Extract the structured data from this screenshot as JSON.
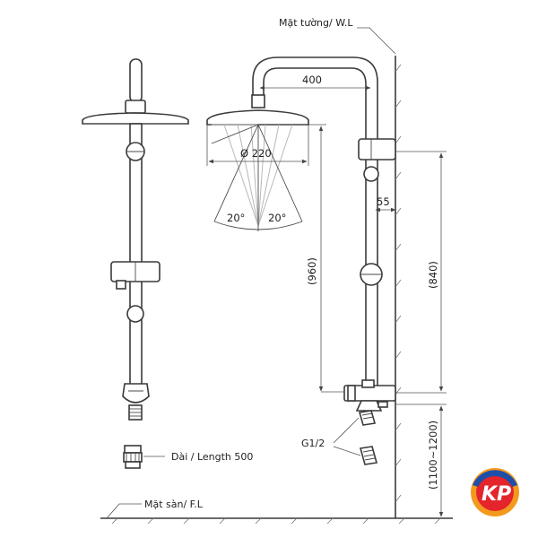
{
  "labels": {
    "wall": "Mặt tường/ W.L",
    "floor": "Mặt sàn/ F.L",
    "hose_length": "Dài / Length 500",
    "thread": "G1/2"
  },
  "dimensions": {
    "arm_reach": "400",
    "head_diameter": "Ø 220",
    "spray_angle_left": "20°",
    "spray_angle_right": "20°",
    "holder_offset": "55",
    "head_height": "(960)",
    "rail_height": "(840)",
    "inlet_height": "(1100~1200)"
  },
  "logo": {
    "text": "KP",
    "colors": [
      "#e4252b",
      "#f39a1e",
      "#1e4fa8"
    ]
  }
}
